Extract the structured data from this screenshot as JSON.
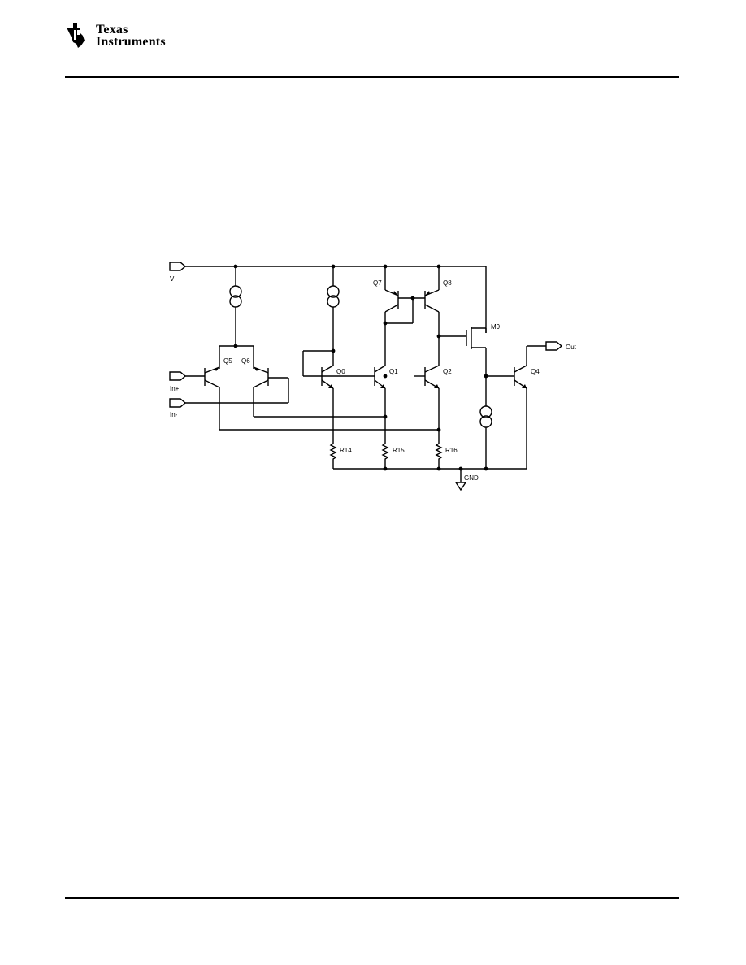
{
  "header": {
    "logo_line1": "Texas",
    "logo_line2": "Instruments"
  },
  "schematic": {
    "nets": {
      "vplus": "V+",
      "inplus": "In+",
      "inminus": "In-",
      "out": "Out",
      "gnd": "GND"
    },
    "transistors": {
      "q5": "Q5",
      "q6": "Q6",
      "q0": "Q0",
      "q1": "Q1",
      "q2": "Q2",
      "q7": "Q7",
      "q8": "Q8",
      "m9": "M9",
      "q4": "Q4"
    },
    "resistors": {
      "r14": "R14",
      "r15": "R15",
      "r16": "R16"
    }
  }
}
